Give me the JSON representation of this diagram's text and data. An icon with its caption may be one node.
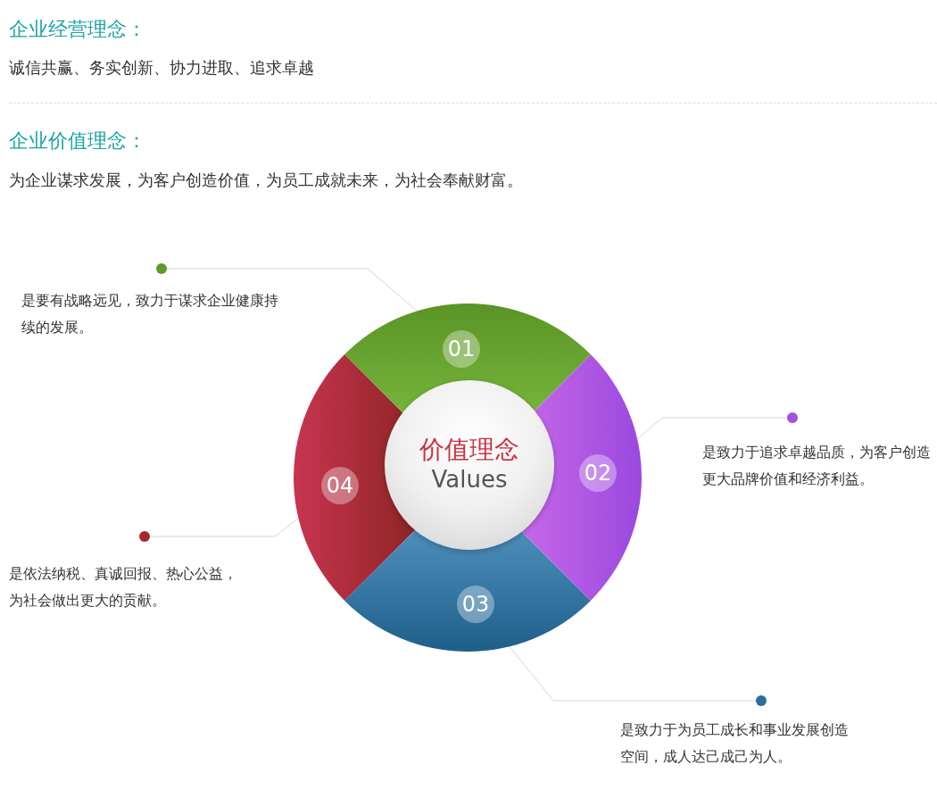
{
  "diagram": {
    "nodes": [
      {
        "text": [
          "价值理念",
          "Values"
        ]
      },
      {
        "text": [
          "01"
        ]
      },
      {
        "text": [
          "02"
        ]
      },
      {
        "text": [
          "03"
        ]
      },
      {
        "text": [
          "04"
        ]
      },
      {
        "text": [
          "是要有战略远见，致力于谋求企业健康持续的发展。"
        ]
      },
      {
        "text": [
          "是致力于追求卓越品质，为客户创造更大品牌价值和经济利益。"
        ]
      },
      {
        "text": [
          "是致力于为员工成长和事业发展创造空间，成人达己成己为人。"
        ]
      },
      {
        "text": [
          "是依法纳税、真诚回报、热心公益，为社会做出更大的贡献。"
        ]
      }
    ],
    "edges": [
      {
        "from": 5,
        "to": 1,
        "arrow": "other"
      },
      {
        "from": 6,
        "to": 2,
        "arrow": "other"
      },
      {
        "from": 7,
        "to": 3,
        "arrow": "other"
      },
      {
        "from": 8,
        "to": 4,
        "arrow": "other"
      }
    ],
    "labels": [
      "企业经营理念：",
      "诚信共赢、务实创新、协力进取、追求卓越",
      "企业价值理念：",
      "为企业谋求发展，为客户创造价值，为员工成就未来，为社会奉献财富。"
    ]
  }
}
